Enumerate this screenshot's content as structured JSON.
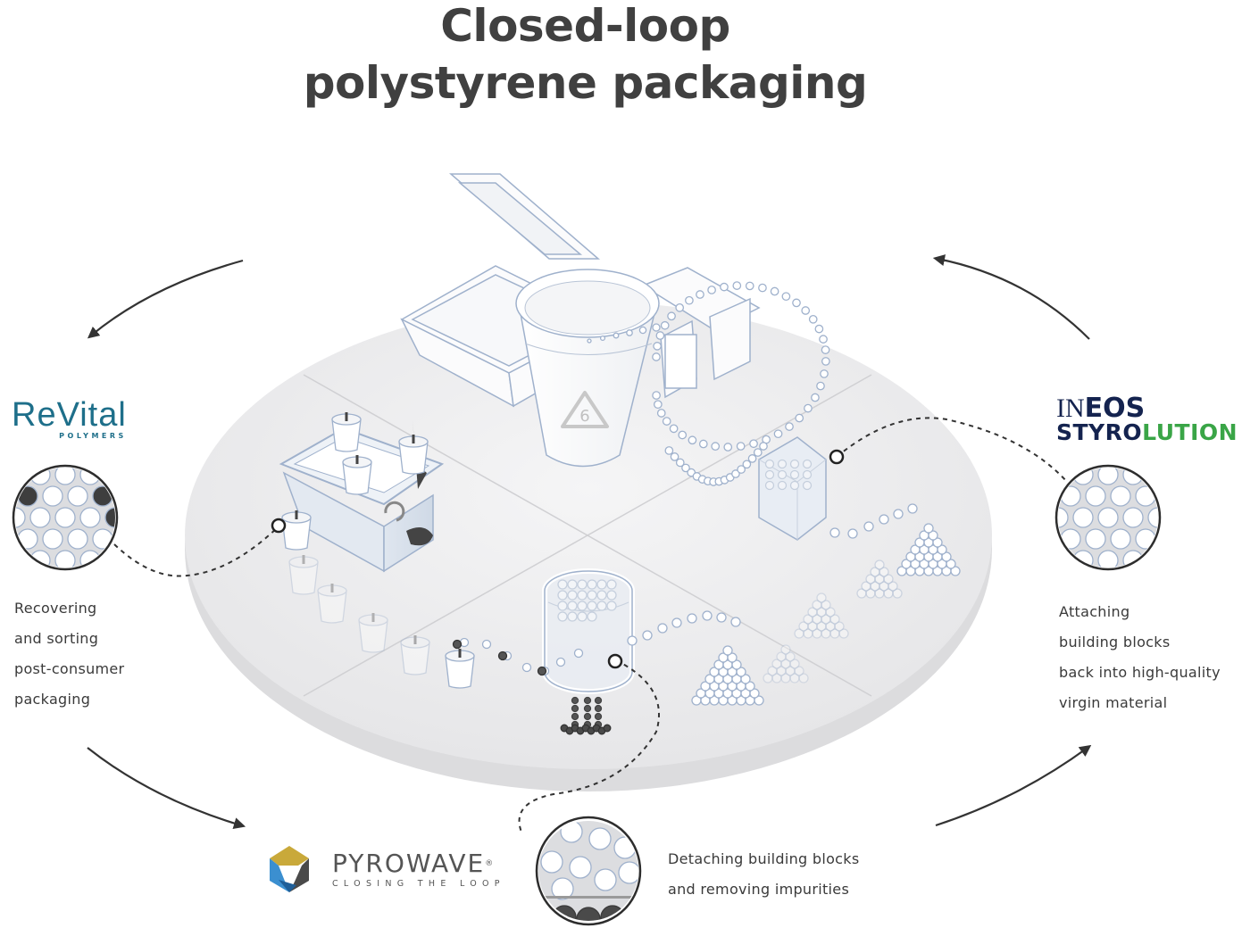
{
  "title": {
    "line1": "Closed-loop",
    "line2": "polystyrene packaging"
  },
  "colors": {
    "title": "#404040",
    "text": "#3a3a3a",
    "platform": "#ececed",
    "outline": "#9fb1cc",
    "dark_particle": "#4a4a4a",
    "revital": "#1e6f8a",
    "ineos_navy": "#14234f",
    "ineos_green": "#3aa547",
    "pyrowave_gold": "#c9a93a",
    "pyrowave_blue": "#3b8fd0",
    "pyrowave_dark": "#4a4a4a",
    "arrow": "#333333"
  },
  "steps": [
    {
      "partner": "revital",
      "logo": {
        "name": "ReVital",
        "sub": "POLYMERS"
      },
      "description": [
        "Recovering",
        "and sorting",
        "post-consumer",
        "packaging"
      ],
      "icon": "molecule-with-impurities-icon"
    },
    {
      "partner": "pyrowave",
      "logo": {
        "name": "PYROWAVE",
        "reg": "®",
        "tagline": "CLOSING THE LOOP"
      },
      "description": [
        "Detaching building blocks",
        "and removing impurities"
      ],
      "icon": "separated-monomers-icon"
    },
    {
      "partner": "ineos",
      "logo": {
        "line1_a": "IN",
        "line1_b": "EOS",
        "line2_a": "STYRO",
        "line2_b": "LUTION"
      },
      "description": [
        "Attaching",
        "building blocks",
        "back into high-quality",
        "virgin material"
      ],
      "icon": "clean-polymer-icon"
    }
  ],
  "scene": {
    "center_label": "6",
    "center_icon": "recycling-code-6-icon",
    "bin_icon": "recycle-arrows-icon"
  }
}
